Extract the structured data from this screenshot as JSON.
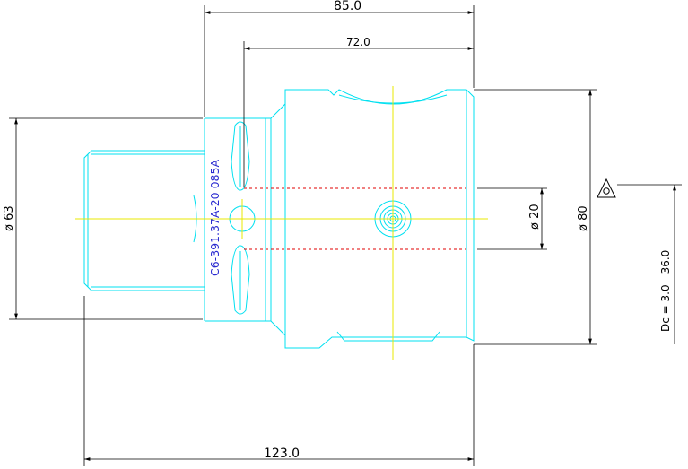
{
  "drawing": {
    "part_label": "C6-391.37A-20 085A",
    "dimensions": {
      "overall_length_top": "85.0",
      "inner_length": "72.0",
      "total_length": "123.0",
      "shank_diameter": "ø 63",
      "body_diameter": "ø 80",
      "bore_diameter": "ø 20",
      "cutting_range": "Dc = 3.0 - 36.0"
    },
    "colors": {
      "part_outline": "#00e0f0",
      "centerline": "#e8e800",
      "hidden_line": "#e00000",
      "dimension": "#000000",
      "label": "#2a2ad0"
    },
    "icons": [
      "insert-symbol-icon"
    ]
  }
}
